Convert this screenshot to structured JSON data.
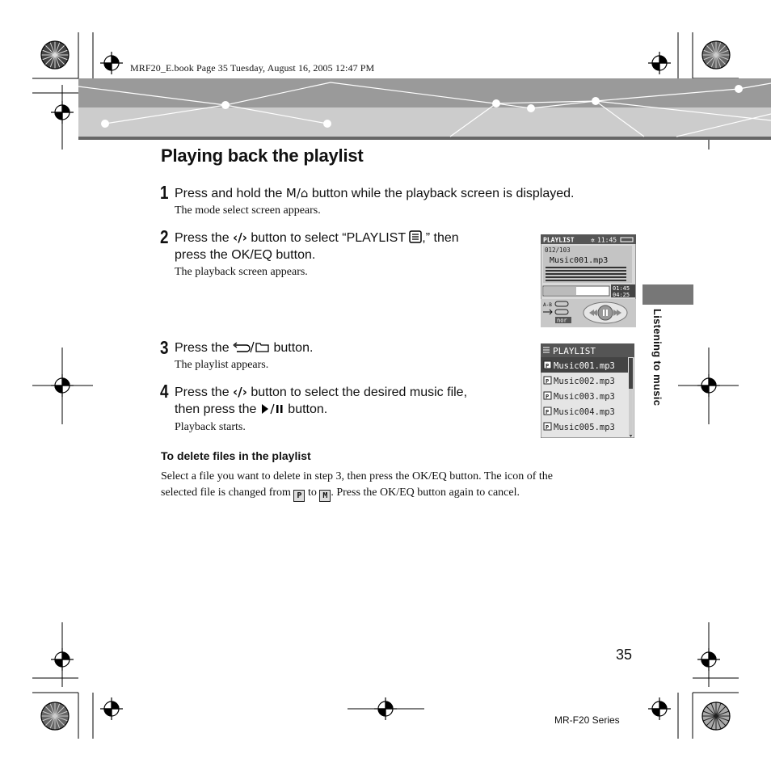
{
  "slug": "MRF20_E.book  Page 35  Tuesday, August 16, 2005  12:47 PM",
  "title": "Playing back the playlist",
  "steps": [
    {
      "num": "1",
      "text_before": "Press and hold the ",
      "button": "M/⌂",
      "text_after": " button while the playback screen is displayed.",
      "sub": "The mode select screen appears."
    },
    {
      "num": "2",
      "text_before": "Press the ",
      "button": "‹/›",
      "text_mid": " button to select “PLAYLIST ",
      "text_after": ",” then",
      "line2": "press the OK/EQ button.",
      "sub": "The playback screen appears."
    },
    {
      "num": "3",
      "text_before": "Press the ",
      "text_after": " button.",
      "sub": "The playlist appears."
    },
    {
      "num": "4",
      "text_before": "Press the ",
      "button": "‹/›",
      "text_after": " button to select the desired music file,",
      "line2_before": "then press the ",
      "line2_after": " button.",
      "sub": "Playback starts."
    }
  ],
  "lcd_playback": {
    "header": "PLAYLIST",
    "clock": "11:45",
    "track_count": "012/103",
    "track": "Music001.mp3",
    "elapsed": "01:45",
    "total": "04:25",
    "ab_label": "A-B",
    "mode_label": "nor"
  },
  "lcd_playlist": {
    "header": "PLAYLIST",
    "icon_letter": "P",
    "items": [
      "Music001.mp3",
      "Music002.mp3",
      "Music003.mp3",
      "Music004.mp3",
      "Music005.mp3"
    ]
  },
  "delete": {
    "heading": "To delete files in the playlist",
    "body_1": "Select a file you want to delete in step 3, then press the OK/EQ button. The icon of the",
    "body_2a": "selected file is changed from ",
    "icon_from": "P",
    "body_2b": " to ",
    "icon_to": "M",
    "body_2c": ". Press the OK/EQ button again to cancel."
  },
  "side_label": "Listening to music",
  "page_number": "35",
  "series": "MR-F20 Series"
}
